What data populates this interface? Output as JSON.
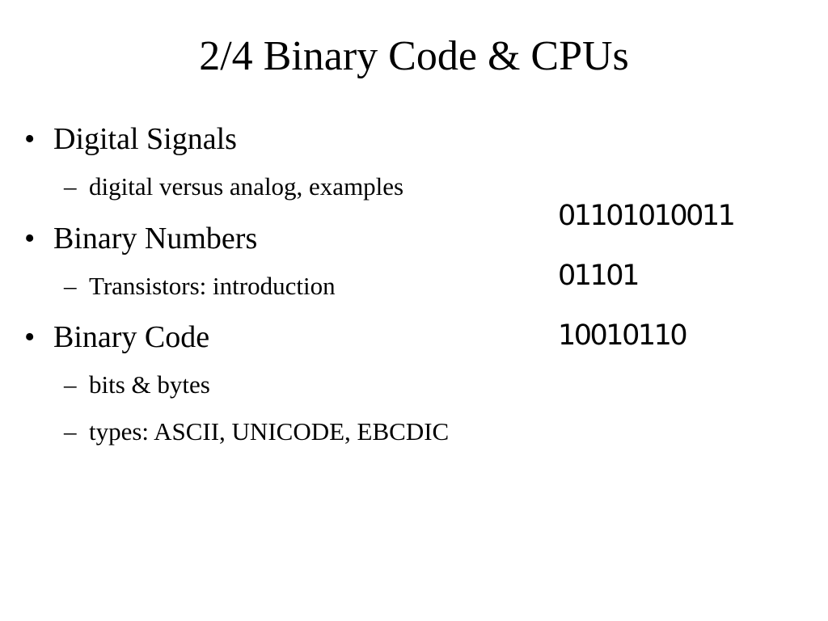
{
  "slide": {
    "title": "2/4 Binary Code & CPUs",
    "bullet_marker": "•",
    "sub_marker": "–",
    "bullets": [
      {
        "label": "Digital Signals",
        "subitems": [
          "digital versus analog, examples"
        ]
      },
      {
        "label": "Binary Numbers",
        "subitems": [
          "Transistors: introduction"
        ]
      },
      {
        "label": "Binary Code",
        "subitems": [
          "bits & bytes",
          "types: ASCII, UNICODE, EBCDIC"
        ]
      }
    ],
    "binary_samples": [
      "01101010011",
      "01101",
      "10010110"
    ]
  }
}
